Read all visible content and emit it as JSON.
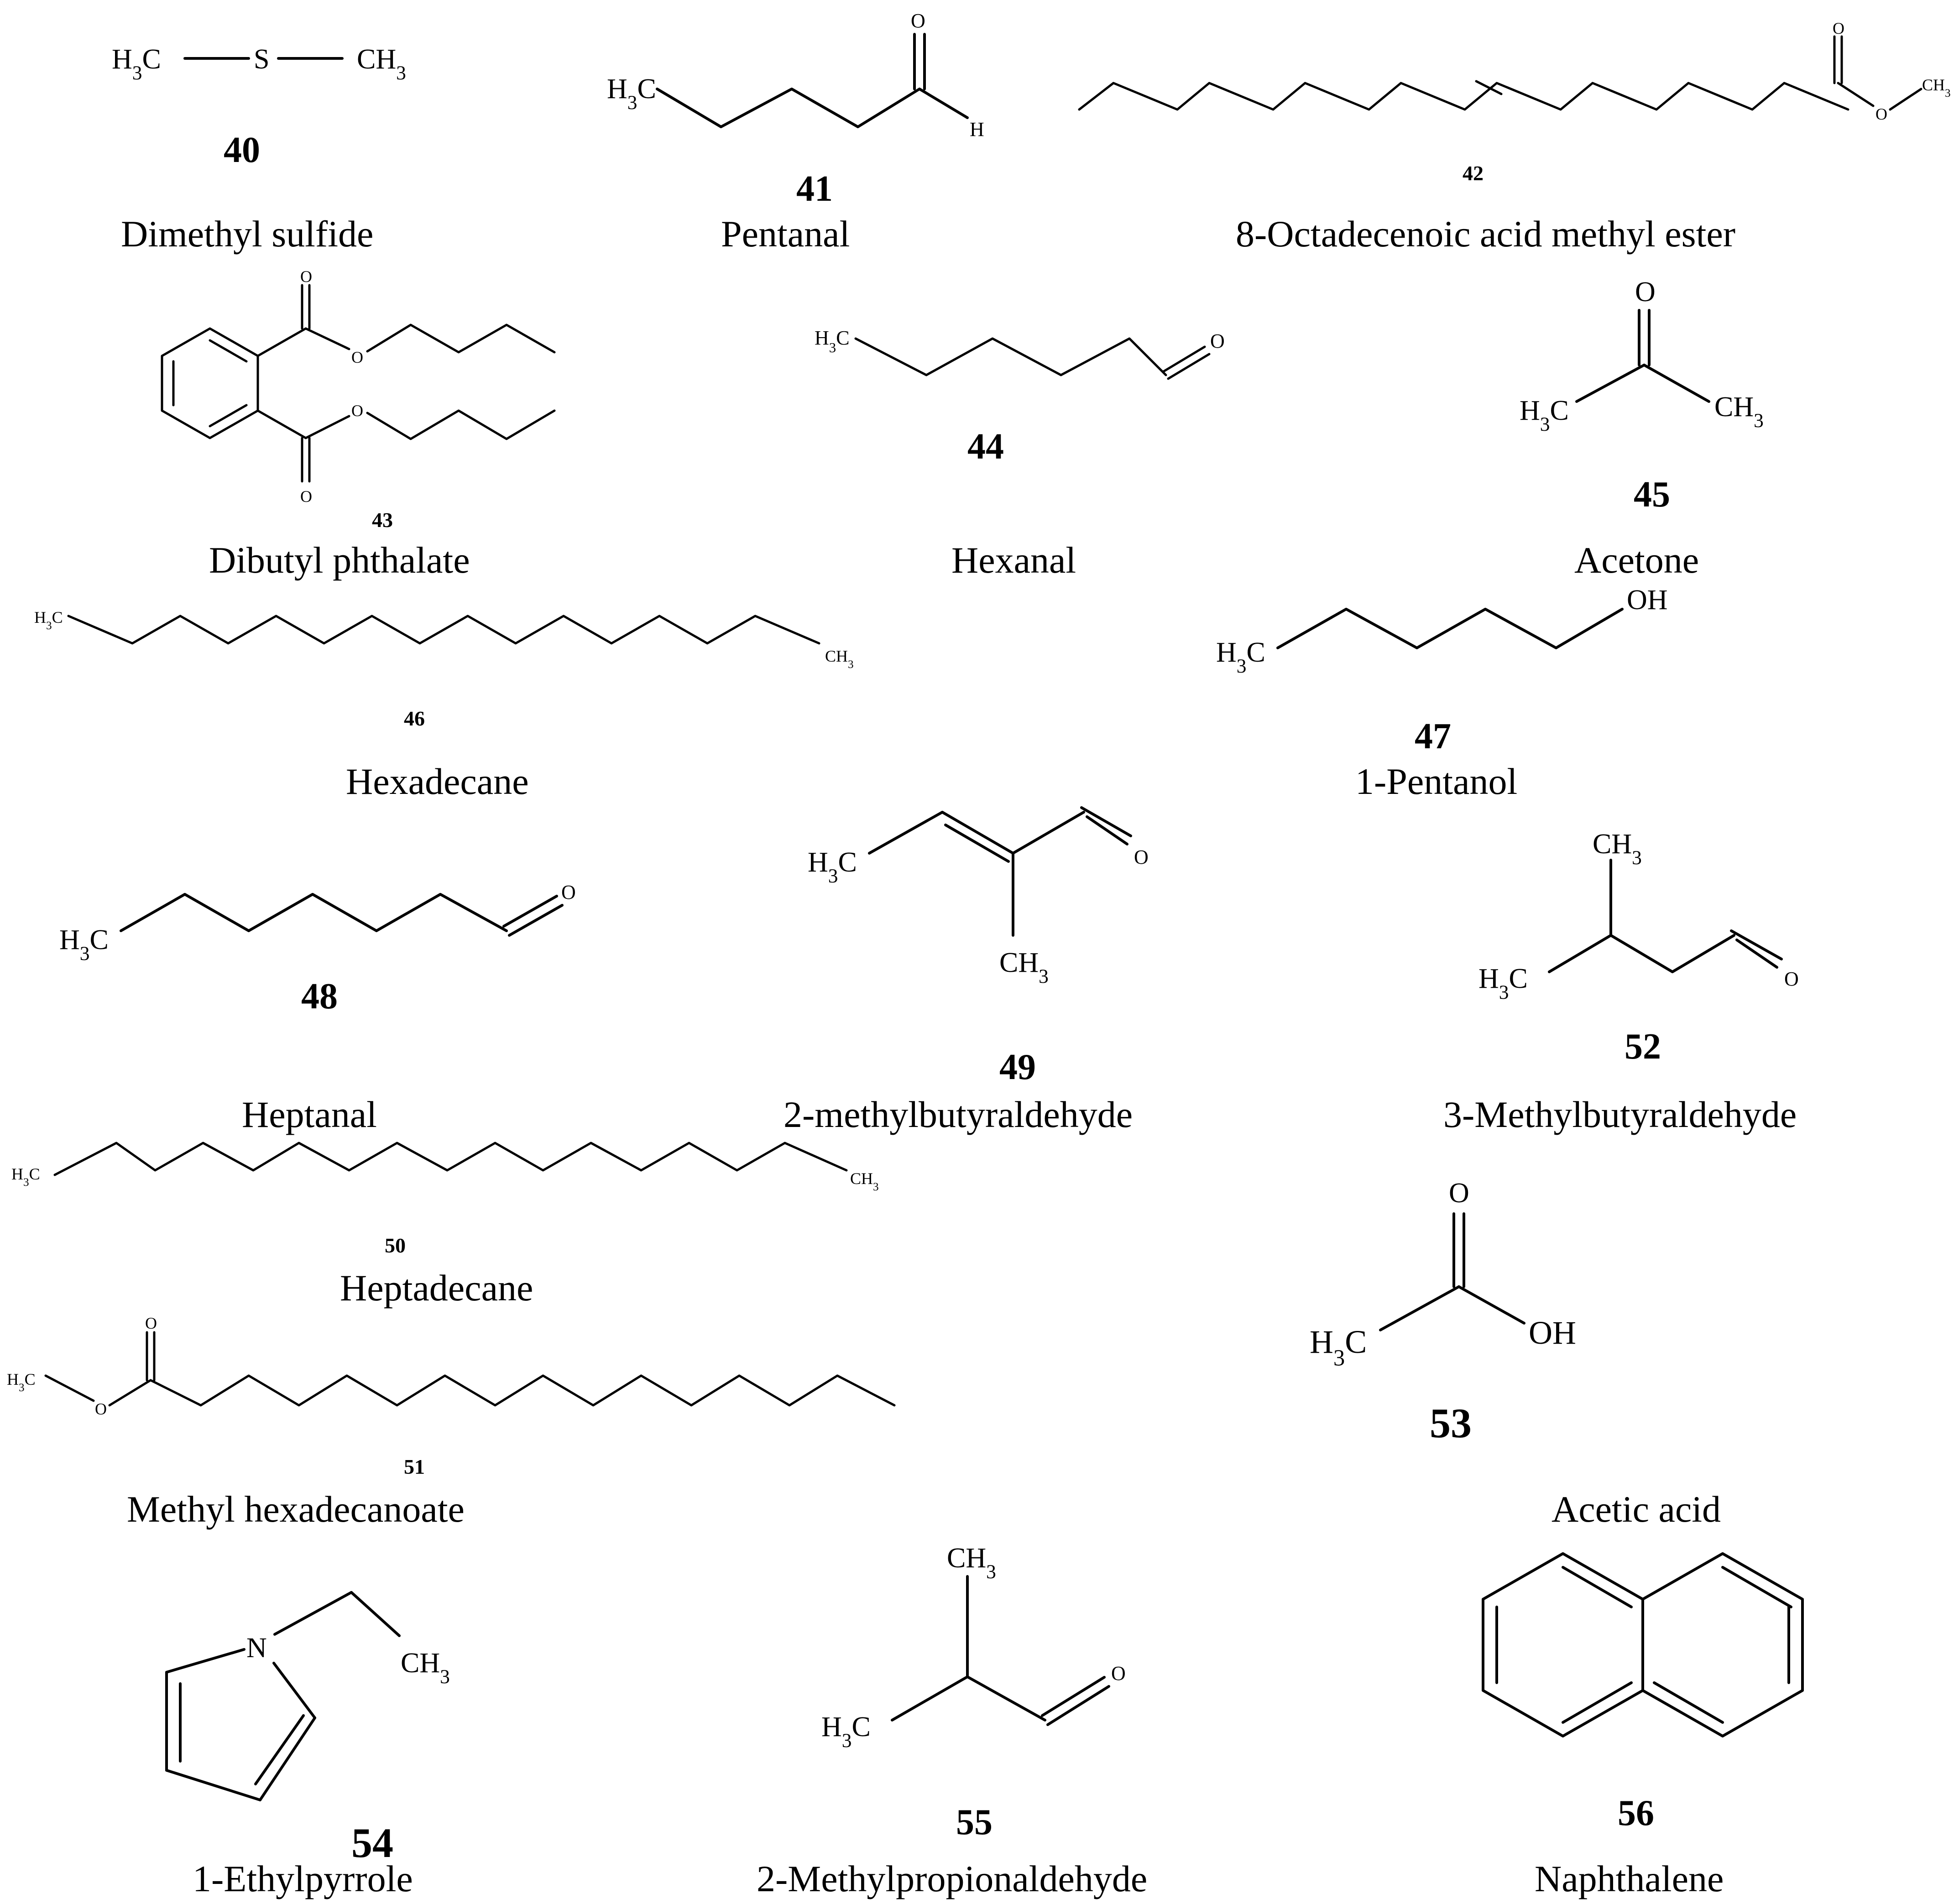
{
  "atoms": {
    "h3c": "H3C",
    "ch3": "CH3",
    "s": "S",
    "o": "O",
    "oh": "OH",
    "h": "H",
    "n": "N"
  },
  "compounds": [
    {
      "number": "40",
      "name": "Dimethyl sulfide"
    },
    {
      "number": "41",
      "name": "Pentanal"
    },
    {
      "number": "42",
      "name": "8-Octadecenoic acid methyl ester"
    },
    {
      "number": "43",
      "name": "Dibutyl phthalate"
    },
    {
      "number": "44",
      "name": "Hexanal"
    },
    {
      "number": "45",
      "name": "Acetone"
    },
    {
      "number": "46",
      "name": "Hexadecane"
    },
    {
      "number": "47",
      "name": "1-Pentanol"
    },
    {
      "number": "48",
      "name": "Heptanal"
    },
    {
      "number": "49",
      "name": "2-methylbutyraldehyde"
    },
    {
      "number": "52",
      "name": "3-Methylbutyraldehyde"
    },
    {
      "number": "50",
      "name": "Heptadecane"
    },
    {
      "number": "53",
      "name": "Acetic acid"
    },
    {
      "number": "51",
      "name": "Methyl hexadecanoate"
    },
    {
      "number": "54",
      "name": "1-Ethylpyrrole"
    },
    {
      "number": "55",
      "name": "2-Methylpropionaldehyde"
    },
    {
      "number": "56",
      "name": "Naphthalene"
    }
  ]
}
